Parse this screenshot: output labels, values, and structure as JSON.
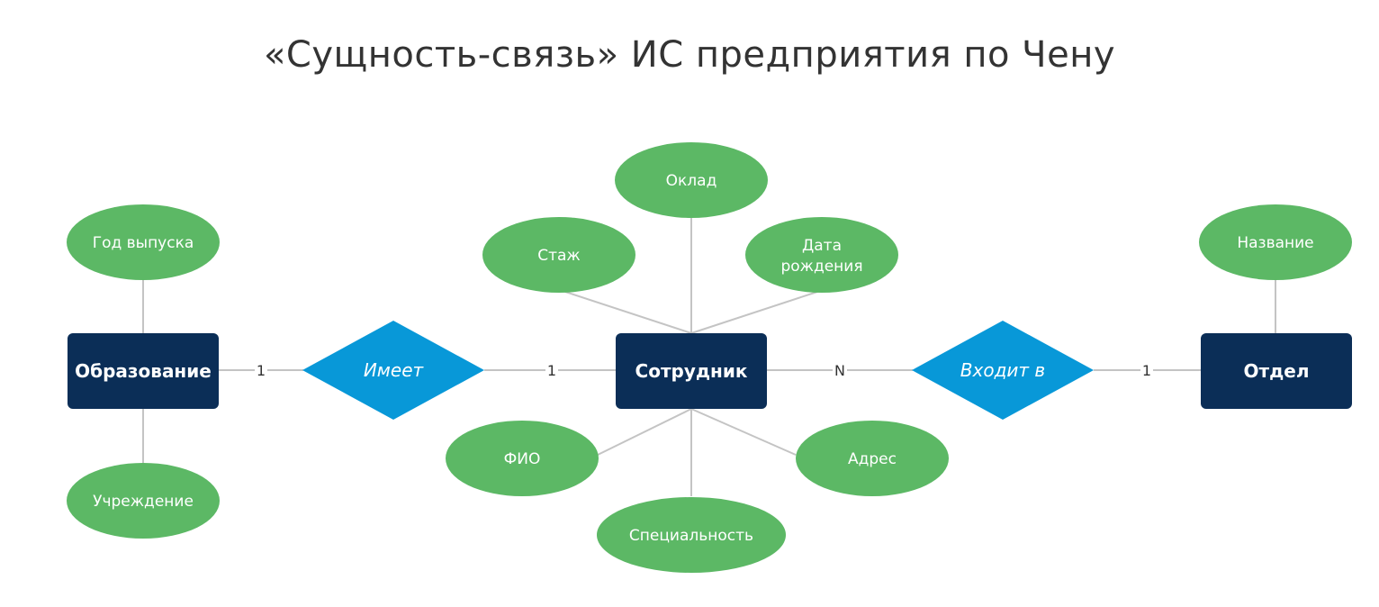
{
  "title": "«Сущность-связь» ИС предприятия по Чену",
  "colors": {
    "entity": "#0b2e57",
    "relationship": "#0898d8",
    "attribute": "#5cb865",
    "connector": "#c4c4c4",
    "title_text": "#333333"
  },
  "entities": {
    "education": "Образование",
    "employee": "Сотрудник",
    "department": "Отдел"
  },
  "relationships": {
    "has": "Имеет",
    "belongs": "Входит в"
  },
  "attributes": {
    "graduation_year": "Год выпуска",
    "institution": "Учреждение",
    "salary": "Оклад",
    "experience": "Стаж",
    "birth_date_line1": "Дата",
    "birth_date_line2": "рождения",
    "full_name": "ФИО",
    "specialty": "Специальность",
    "address": "Адрес",
    "dept_name": "Название"
  },
  "cardinalities": {
    "education_has": "1",
    "has_employee": "1",
    "employee_belongs": "N",
    "belongs_department": "1"
  }
}
